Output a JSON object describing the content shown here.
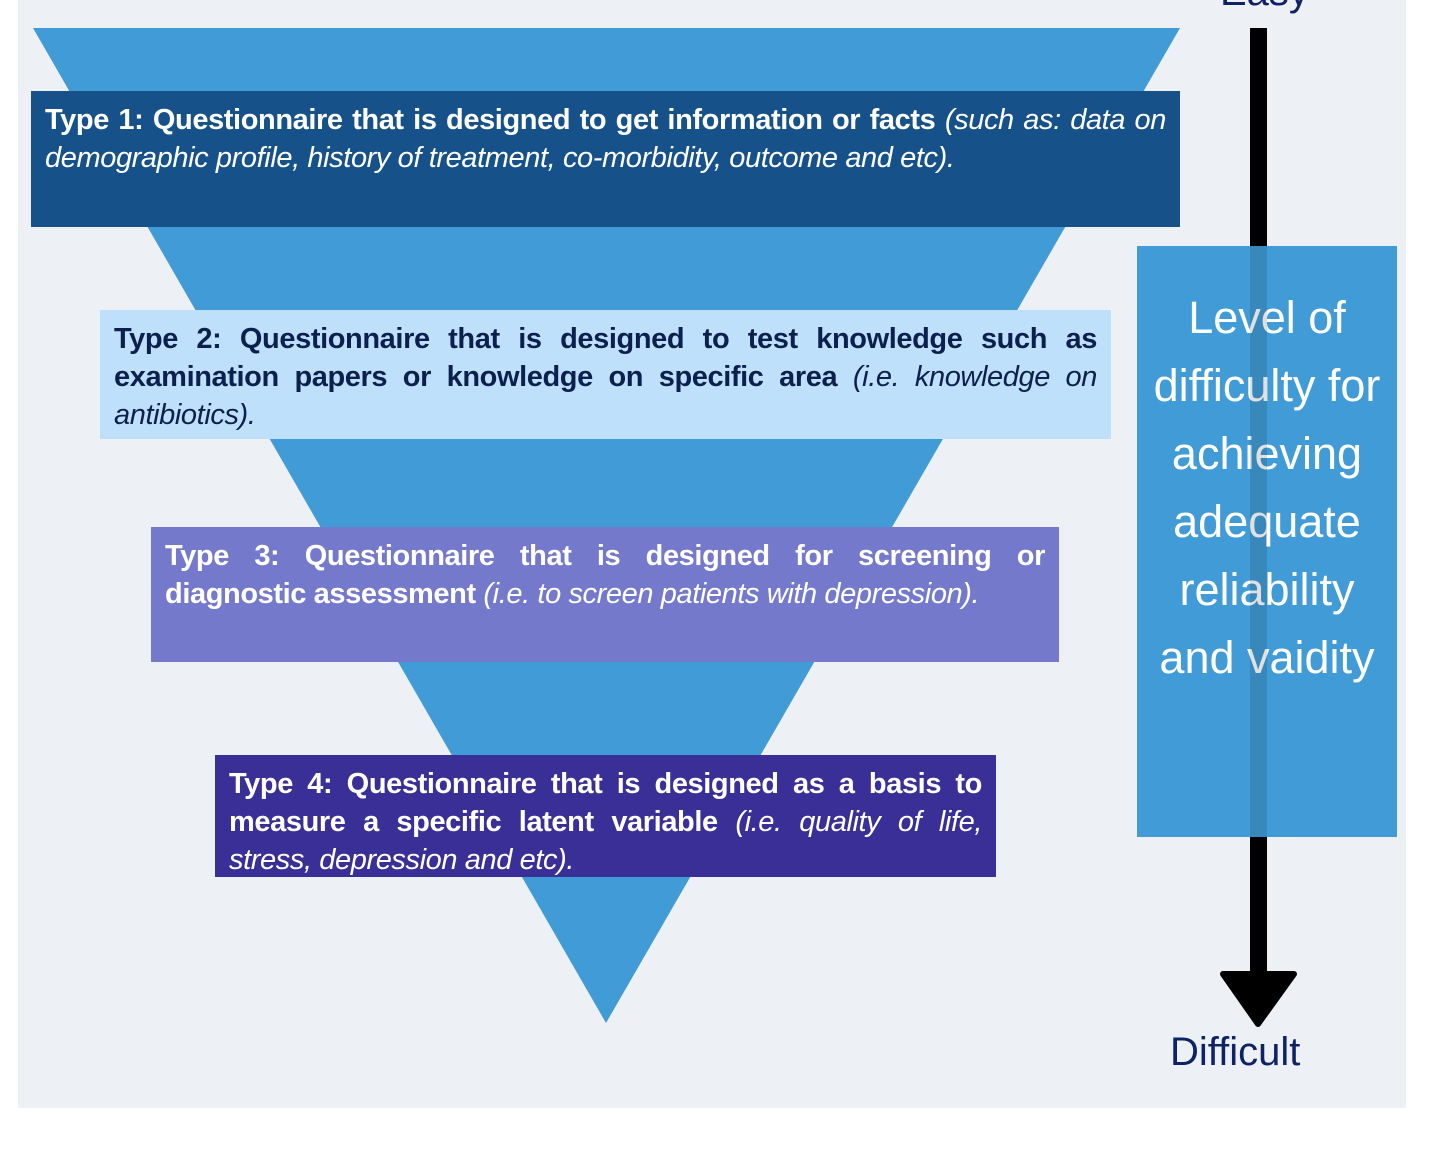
{
  "colors": {
    "background": "#edf0f5",
    "triangle": "#409bd7",
    "type1": "#165189",
    "type2": "#bfe0fb",
    "type3": "#7579cc",
    "type4": "#3a2f96",
    "side_box": "#409bd7",
    "arrow": "#000000",
    "label": "#0d2366"
  },
  "types": [
    {
      "bold": "Type 1: Questionnaire that is designed to get information or facts",
      "italic": "(such as: data on demographic profile, history of treatment, co-morbidity, outcome and etc)."
    },
    {
      "bold": "Type 2: Questionnaire that is designed to test knowledge such as examination papers or knowledge on specific area",
      "italic": "(i.e. knowledge on antibiotics)."
    },
    {
      "bold": "Type 3: Questionnaire that is designed for screening or diagnostic assessment",
      "italic": "(i.e. to screen patients with depression)."
    },
    {
      "bold": "Type 4: Questionnaire that is designed as a basis to measure a specific latent variable",
      "italic": "(i.e. quality of life, stress, depression and etc)."
    }
  ],
  "side_label": "Level of difficulty for achieving adequate reliability and vaidity",
  "axis": {
    "top": "Easy",
    "bottom": "Difficult",
    "direction": "down-arrow-icon"
  }
}
